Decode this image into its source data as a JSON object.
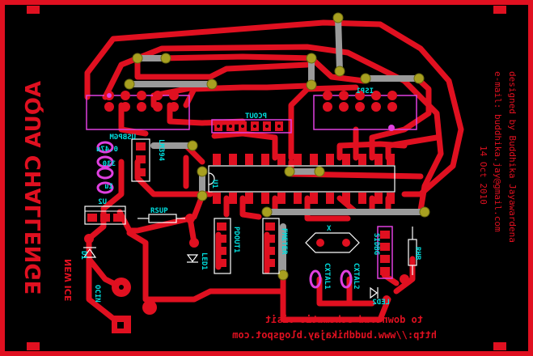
{
  "board": {
    "title": "AQUA CHALLENGE",
    "subtitle": "NEW ICE",
    "bottom_line1": "to download schematic visit",
    "bottom_line2": "http://www.buddhikajay.blogspot.com",
    "right_line1": "designed by Buddhika Jayawardena",
    "right_line2": "e-mail: buddhika.jay@gmail.com",
    "right_line3": "14 Oct 2010"
  },
  "labels": {
    "usb": "USBPGM",
    "pcout": "PCOUT",
    "pdout": "PDOUT1",
    "isp": "ISP1",
    "u2": "U2",
    "u1": "U1",
    "rsup": "RSUP",
    "led1": "LED1",
    "d1": "D1",
    "ocin": "OCIN",
    "lm": "LM394",
    "c047": "0.47u",
    "c330": "330",
    "c1u": "1u",
    "fmeter": "FMETER",
    "x": "X",
    "cxtal1": "CXTAL1",
    "cxtal2": "CXTAL2",
    "sidbg": "SIDBG",
    "led2": "LED2",
    "rhb": "RHB"
  },
  "colors": {
    "copper": "#e01020",
    "pad": "#a8a020",
    "jumper": "#9a9a9a",
    "silkscreen": "#e040e0",
    "label": "#00e0e0",
    "background": "#000000"
  }
}
